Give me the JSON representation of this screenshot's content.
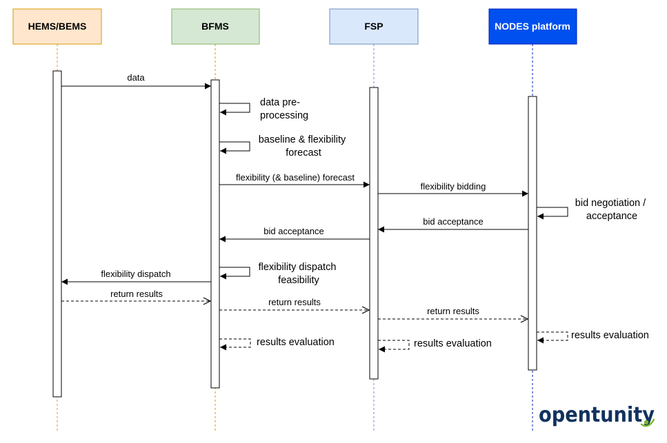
{
  "participants": [
    {
      "name": "HEMS/BEMS",
      "fill": "#ffe6cc",
      "stroke": "#d79b00",
      "text_color": "#000000",
      "lifeline": "#d79b00"
    },
    {
      "name": "BFMS",
      "fill": "#d5e8d4",
      "stroke": "#82b366",
      "text_color": "#000000",
      "lifeline": "#d79b00"
    },
    {
      "name": "FSP",
      "fill": "#dae8fc",
      "stroke": "#6c8ebf",
      "text_color": "#000000",
      "lifeline": "#6c8ebf"
    },
    {
      "name": "NODES platform",
      "fill": "#0050ef",
      "stroke": "#001dbc",
      "text_color": "#ffffff",
      "lifeline": "#001dbc"
    }
  ],
  "messages": {
    "data": "data",
    "forecast_to_fsp": "flexibility (& baseline) forecast",
    "bidding": "flexibility bidding",
    "acceptance_to_fsp": "bid acceptance",
    "acceptance_to_bfms": "bid acceptance",
    "dispatch": "flexibility dispatch",
    "return_to_bfms": "return results",
    "return_to_fsp": "return results",
    "return_to_nodes": "return results"
  },
  "self_notes": {
    "preprocessing": [
      "data pre-",
      "processing"
    ],
    "forecast": [
      "baseline & flexibility",
      "forecast"
    ],
    "negotiation": [
      "bid negotiation /",
      "acceptance"
    ],
    "feasibility": [
      "flexibility dispatch",
      "feasibility"
    ],
    "eval_bfms": "results evaluation",
    "eval_fsp": "results evaluation",
    "eval_nodes": "results evaluation"
  },
  "logo": {
    "text": "opentunity",
    "color": "#12325f",
    "accent": "#7cb82f"
  }
}
